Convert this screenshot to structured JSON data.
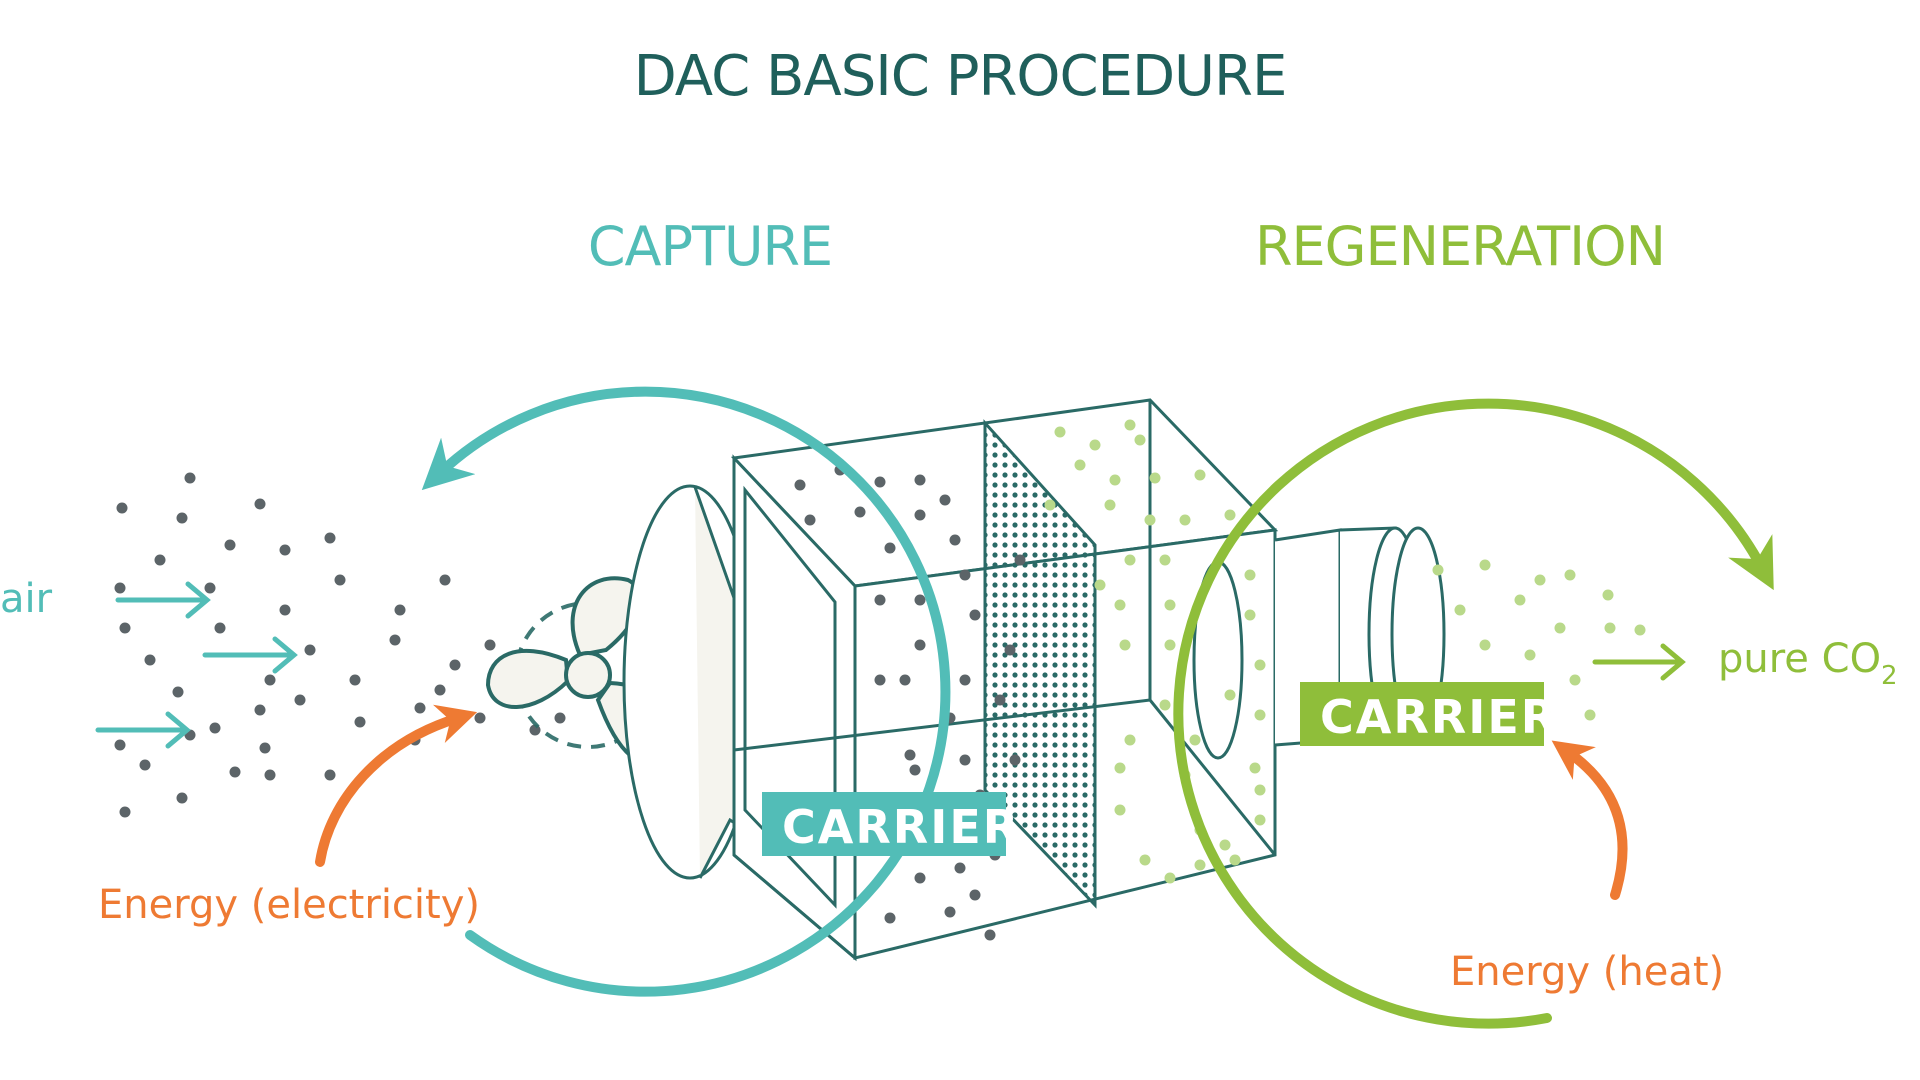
{
  "title": "DAC BASIC PROCEDURE",
  "sections": {
    "capture": "CAPTURE",
    "regeneration": "REGENERATION"
  },
  "labels": {
    "air": "air",
    "pure_co2": "pure CO",
    "pure_co2_subscript": "2",
    "energy_electricity": "Energy (electricity)",
    "energy_heat": "Energy (heat)",
    "carrier_capture": "CARRIER",
    "carrier_regeneration": "CARRIER"
  },
  "colors": {
    "title": "#1f5f5b",
    "capture": "#52bdb7",
    "regeneration": "#8fbe3a",
    "energy": "#ee7a33",
    "outline": "#2a6a66",
    "dots_gray": "#5c6468",
    "dots_green": "#b9d98a"
  },
  "icons": [
    "fan-icon",
    "air-inflow-arrows",
    "co2-outflow-arrow",
    "capture-cycle-arrow",
    "regeneration-cycle-arrow",
    "electricity-energy-arrow",
    "heat-energy-arrow"
  ]
}
